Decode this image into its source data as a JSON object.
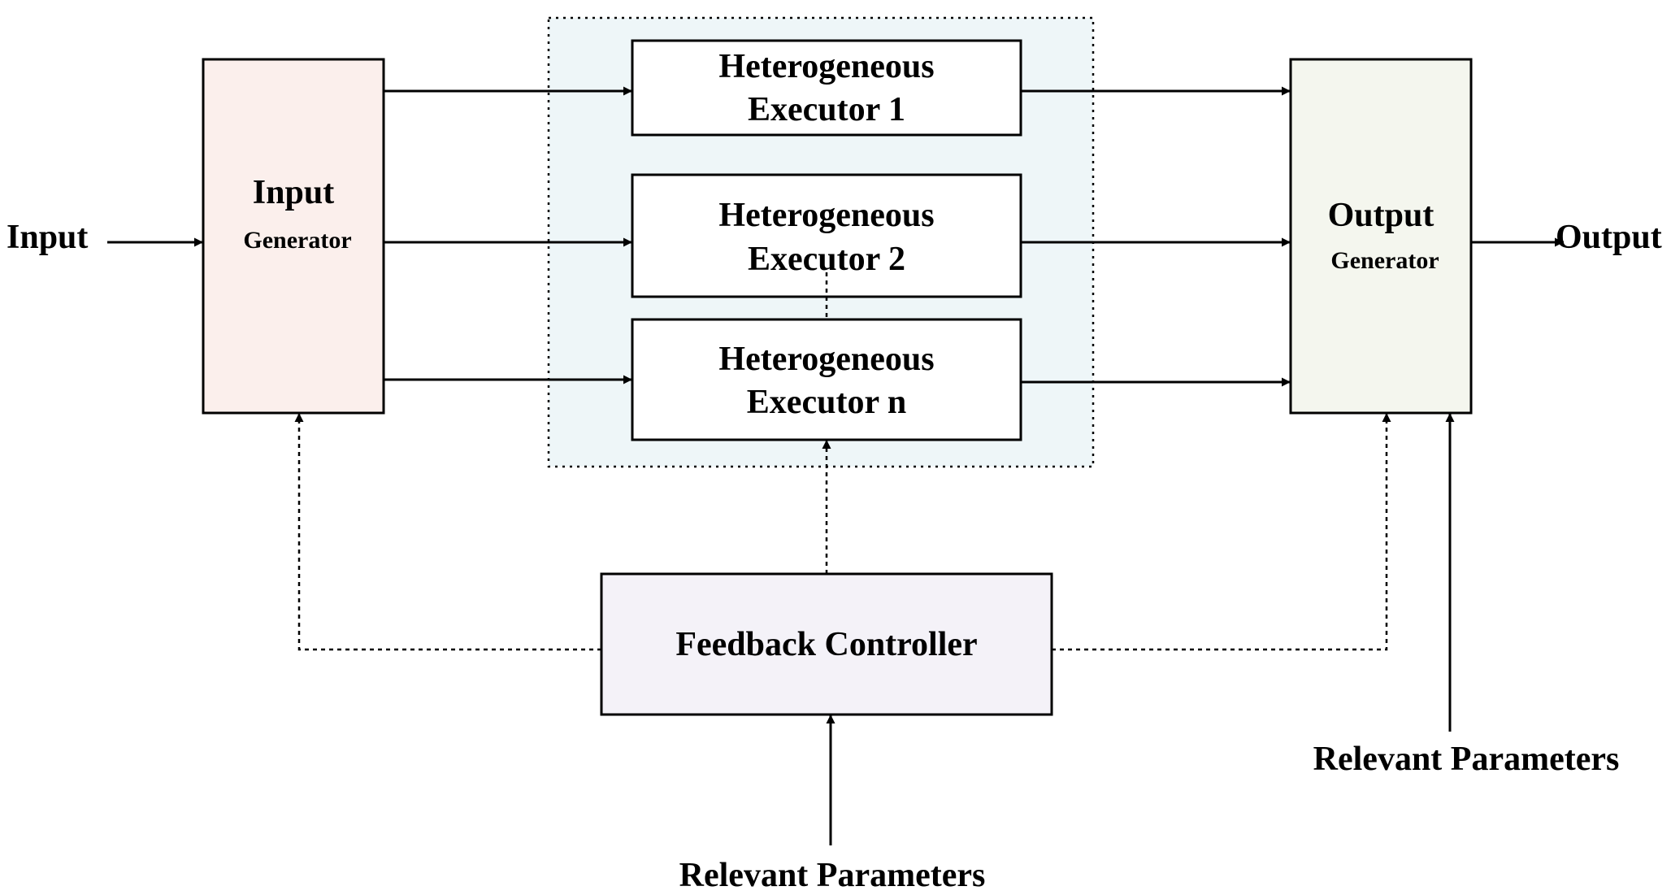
{
  "diagram": {
    "input_label": "Input",
    "output_label": "Output",
    "input_generator": {
      "line1": "Input",
      "line2": "Generator",
      "fill": "#fbefec"
    },
    "output_generator": {
      "line1": "Output",
      "line2": "Generator",
      "fill": "#f4f6ee"
    },
    "executor_group_fill": "#eef6f8",
    "executors": [
      {
        "line1": "Heterogeneous",
        "line2": "Executor 1"
      },
      {
        "line1": "Heterogeneous",
        "line2": "Executor 2"
      },
      {
        "line1": "Heterogeneous",
        "line2": "Executor n"
      }
    ],
    "feedback_controller": {
      "label": "Feedback Controller",
      "fill": "#f4f2f8"
    },
    "relevant_parameters_bottom": "Relevant Parameters",
    "relevant_parameters_right": "Relevant Parameters"
  }
}
